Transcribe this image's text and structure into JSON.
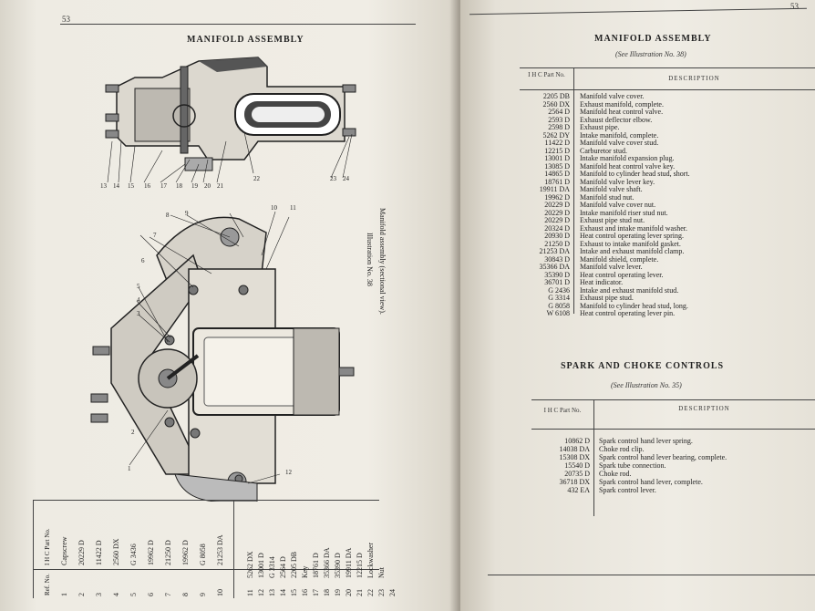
{
  "left_page": {
    "page_number": "53",
    "title": "MANIFOLD ASSEMBLY",
    "caption_line1": "Illustration No. 38",
    "caption_line2": "Manifold assembly (sectional view).",
    "top_callouts": [
      "13",
      "14",
      "15",
      "16",
      "17",
      "18",
      "19",
      "20",
      "21",
      "22",
      "23",
      "24"
    ],
    "bottom_callouts": [
      "1",
      "2",
      "3",
      "4",
      "5",
      "6",
      "7",
      "8",
      "9",
      "10",
      "11",
      "12"
    ],
    "legend": {
      "ref_header": "Ref. No.",
      "part_header": "I H C Part No.",
      "rows_left": [
        {
          "ref": "1",
          "part": "Capscrew"
        },
        {
          "ref": "2",
          "part": "20229 D"
        },
        {
          "ref": "3",
          "part": "11422 D"
        },
        {
          "ref": "4",
          "part": "2560 DX"
        },
        {
          "ref": "5",
          "part": "G 3436"
        },
        {
          "ref": "6",
          "part": "19962 D"
        },
        {
          "ref": "7",
          "part": "21250 D"
        },
        {
          "ref": "8",
          "part": "19962 D"
        },
        {
          "ref": "9",
          "part": "G 8058"
        },
        {
          "ref": "10",
          "part": "21253 DA"
        }
      ],
      "rows_right": [
        {
          "ref": "11",
          "part": "5262 DX"
        },
        {
          "ref": "12",
          "part": "13001 D"
        },
        {
          "ref": "13",
          "part": "G 3314"
        },
        {
          "ref": "14",
          "part": "2564 D"
        },
        {
          "ref": "15",
          "part": "2205 DB"
        },
        {
          "ref": "16",
          "part": "Key"
        },
        {
          "ref": "17",
          "part": "18761 D"
        },
        {
          "ref": "18",
          "part": "35366 DA"
        },
        {
          "ref": "19",
          "part": "35390 D"
        },
        {
          "ref": "20",
          "part": "19911 DA"
        },
        {
          "ref": "21",
          "part": "12215 D"
        },
        {
          "ref": "22",
          "part": "Lockwasher"
        },
        {
          "ref": "23",
          "part": "Nut"
        },
        {
          "ref": "24",
          "part": ""
        }
      ]
    }
  },
  "right_page": {
    "page_number": "53",
    "section1": {
      "title": "MANIFOLD ASSEMBLY",
      "subtitle": "(See Illustration No. 38)",
      "col_part": "I H C Part No.",
      "col_desc": "DESCRIPTION",
      "rows": [
        {
          "part": "2205 DB",
          "desc": "Manifold valve cover."
        },
        {
          "part": "2560 DX",
          "desc": "Exhaust manifold, complete."
        },
        {
          "part": "2564 D",
          "desc": "Manifold heat control valve."
        },
        {
          "part": "2593 D",
          "desc": "Exhaust deflector elbow."
        },
        {
          "part": "2598 D",
          "desc": "Exhaust pipe."
        },
        {
          "part": "5262 DY",
          "desc": "Intake manifold, complete."
        },
        {
          "part": "11422 D",
          "desc": "Manifold valve cover stud."
        },
        {
          "part": "12215 D",
          "desc": "Carburetor stud."
        },
        {
          "part": "13001 D",
          "desc": "Intake manifold expansion plug."
        },
        {
          "part": "13085 D",
          "desc": "Manifold heat control valve key."
        },
        {
          "part": "14865 D",
          "desc": "Manifold to cylinder head stud, short."
        },
        {
          "part": "18761 D",
          "desc": "Manifold valve lever key."
        },
        {
          "part": "19911 DA",
          "desc": "Manifold valve shaft."
        },
        {
          "part": "19962 D",
          "desc": "Manifold stud nut."
        },
        {
          "part": "20229 D",
          "desc": "Manifold valve cover nut."
        },
        {
          "part": "20229 D",
          "desc": "Intake manifold riser stud nut."
        },
        {
          "part": "20229 D",
          "desc": "Exhaust pipe stud nut."
        },
        {
          "part": "20324 D",
          "desc": "Exhaust and intake manifold washer."
        },
        {
          "part": "20930 D",
          "desc": "Heat control operating lever spring."
        },
        {
          "part": "21250 D",
          "desc": "Exhaust to intake manifold gasket."
        },
        {
          "part": "21253 DA",
          "desc": "Intake and exhaust manifold clamp."
        },
        {
          "part": "30843 D",
          "desc": "Manifold shield, complete."
        },
        {
          "part": "35366 DA",
          "desc": "Manifold valve lever."
        },
        {
          "part": "35390 D",
          "desc": "Heat control operating lever."
        },
        {
          "part": "36701 D",
          "desc": "Heat indicator."
        },
        {
          "part": "G 2436",
          "desc": "Intake and exhaust manifold stud."
        },
        {
          "part": "G 3314",
          "desc": "Exhaust pipe stud."
        },
        {
          "part": "G 8058",
          "desc": "Manifold to cylinder head stud, long."
        },
        {
          "part": "W 6108",
          "desc": "Heat control operating lever pin."
        }
      ]
    },
    "section2": {
      "title": "SPARK AND CHOKE CONTROLS",
      "subtitle": "(See Illustration No. 35)",
      "col_part": "I H C Part No.",
      "col_desc": "DESCRIPTION",
      "rows": [
        {
          "part": "10862 D",
          "desc": "Spark control hand lever spring."
        },
        {
          "part": "14038 DA",
          "desc": "Choke rod clip."
        },
        {
          "part": "15308 DX",
          "desc": "Spark control hand lever bearing, complete."
        },
        {
          "part": "15540 D",
          "desc": "Spark tube connection."
        },
        {
          "part": "20735 D",
          "desc": "Choke rod."
        },
        {
          "part": "36718 DX",
          "desc": "Spark control hand lever, complete."
        },
        {
          "part": "432 EA",
          "desc": "Spark control lever."
        }
      ]
    }
  }
}
